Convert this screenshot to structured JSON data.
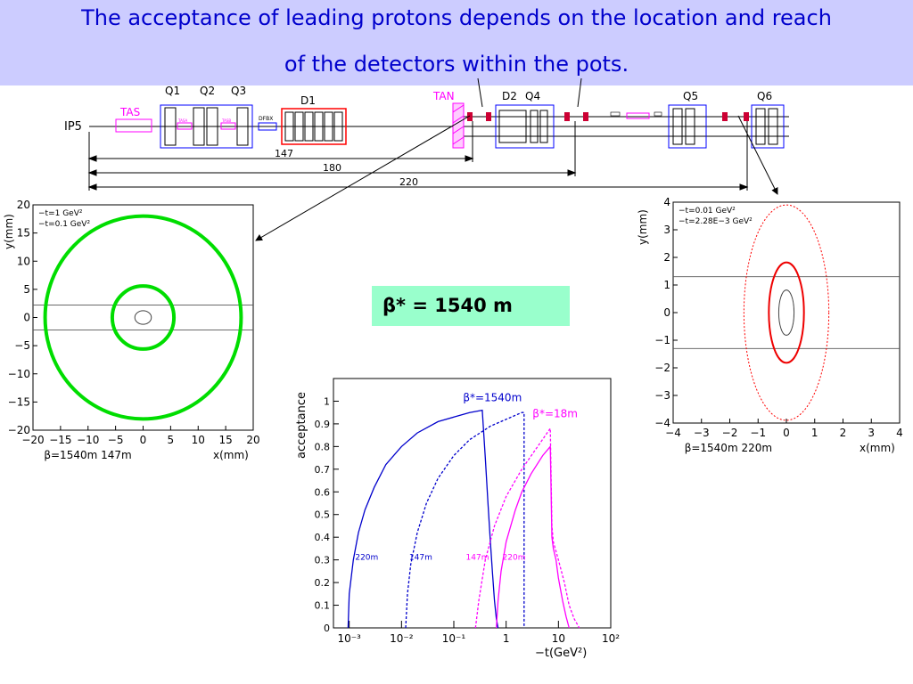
{
  "slide": {
    "title_line1": "The acceptance of leading protons depends on the location and reach",
    "title_line2": "of the detectors within the pots.",
    "title_color": "#0000cc",
    "band_color": "#ccccff",
    "beta_label": "β* = 1540 m",
    "beta_box_color": "#99ffcc"
  },
  "beamline": {
    "ip_label": "IP5",
    "elements": [
      "TAS",
      "Q1",
      "Q2",
      "Q3",
      "DFBX",
      "D1",
      "TAN",
      "D2",
      "Q4",
      "Q5",
      "Q6",
      "TASA",
      "TASB"
    ],
    "distances": [
      "147",
      "180",
      "220"
    ],
    "colors": {
      "TAS": "#ff00ff",
      "D1": "#ff0000",
      "TAN": "#ff00ff",
      "quad": "#0000ff"
    }
  },
  "chart_data": [
    {
      "type": "scatter",
      "name_hint": "left",
      "ylabel": "y(mm)",
      "xlabel": "x(mm)",
      "xlim": [
        -20,
        20
      ],
      "ylim": [
        -20,
        20
      ],
      "xticks": [
        "−20",
        "−15",
        "−10",
        "−5",
        "0",
        "5",
        "10",
        "15",
        "20"
      ],
      "yticks": [
        "20",
        "15",
        "10",
        "5",
        "0",
        "−5",
        "−10",
        "−15",
        "−20"
      ],
      "legend": [
        "−t=1 GeV²",
        "−t=0.1 GeV²"
      ],
      "footer": "β=1540m  147m",
      "circles": [
        {
          "cx": 0,
          "cy": 0,
          "rx": 17.8,
          "ry": 18,
          "color": "#00dd00",
          "width": 4
        },
        {
          "cx": 0,
          "cy": 0,
          "rx": 5.6,
          "ry": 5.6,
          "color": "#00dd00",
          "width": 4
        },
        {
          "cx": 0,
          "cy": 0,
          "rx": 1.5,
          "ry": 1.2,
          "color": "#444444",
          "width": 1
        }
      ],
      "hlines": [
        2.2,
        -2.2
      ]
    },
    {
      "type": "scatter",
      "name_hint": "right",
      "ylabel": "y(mm)",
      "xlabel": "x(mm)",
      "xlim": [
        -4,
        4
      ],
      "ylim": [
        -4,
        4
      ],
      "xticks": [
        "−4",
        "−3",
        "−2",
        "−1",
        "0",
        "1",
        "2",
        "3",
        "4"
      ],
      "yticks": [
        "4",
        "3",
        "2",
        "1",
        "0",
        "−1",
        "−2",
        "−3",
        "−4"
      ],
      "legend": [
        "−t=0.01 GeV²",
        "−t=2.28E−3 GeV²"
      ],
      "footer": "β=1540m  220m",
      "circles": [
        {
          "cx": 0,
          "cy": 0,
          "rx": 1.5,
          "ry": 3.9,
          "color": "#ff0000",
          "width": 1,
          "dash": true
        },
        {
          "cx": 0,
          "cy": 0,
          "rx": 0.62,
          "ry": 1.82,
          "color": "#ee0000",
          "width": 2
        },
        {
          "cx": 0,
          "cy": 0,
          "rx": 0.27,
          "ry": 0.82,
          "color": "#444444",
          "width": 1
        }
      ],
      "hlines": [
        1.3,
        -1.3
      ]
    },
    {
      "type": "line",
      "name_hint": "acceptance",
      "ylabel": "acceptance",
      "xlabel": "−t(GeV²)",
      "xscale": "log",
      "xlim": [
        0.0005,
        100
      ],
      "ylim": [
        0,
        1.1
      ],
      "xticks": [
        {
          "v": 0.001,
          "label": "10⁻³"
        },
        {
          "v": 0.01,
          "label": "10⁻²"
        },
        {
          "v": 0.1,
          "label": "10⁻¹"
        },
        {
          "v": 1,
          "label": "1"
        },
        {
          "v": 10,
          "label": "10"
        },
        {
          "v": 100,
          "label": "10²"
        }
      ],
      "yticks": [
        0,
        0.1,
        0.2,
        0.3,
        0.4,
        0.5,
        0.6,
        0.7,
        0.8,
        0.9,
        1
      ],
      "annotations": [
        {
          "text": "β*=1540m",
          "x": 0.15,
          "y": 1.0,
          "color": "#0000cc"
        },
        {
          "text": "β*=18m",
          "x": 3.2,
          "y": 0.93,
          "color": "#ff00ff"
        },
        {
          "text": "220m",
          "x": 0.0013,
          "y": 0.3,
          "color": "#0000cc"
        },
        {
          "text": "147m",
          "x": 0.014,
          "y": 0.3,
          "color": "#0000cc"
        },
        {
          "text": "147m",
          "x": 0.17,
          "y": 0.3,
          "color": "#ff00ff"
        },
        {
          "text": "220m",
          "x": 0.85,
          "y": 0.3,
          "color": "#ff00ff"
        }
      ],
      "series": [
        {
          "color": "#0000cc",
          "dash": false,
          "x": [
            0.00095,
            0.001,
            0.0012,
            0.0015,
            0.002,
            0.003,
            0.005,
            0.01,
            0.02,
            0.05,
            0.1,
            0.2,
            0.35,
            0.4,
            0.45,
            0.5,
            0.55,
            0.6,
            0.65,
            0.7
          ],
          "y": [
            0,
            0.15,
            0.3,
            0.42,
            0.52,
            0.62,
            0.72,
            0.8,
            0.86,
            0.91,
            0.93,
            0.95,
            0.96,
            0.75,
            0.55,
            0.38,
            0.24,
            0.12,
            0.04,
            0
          ]
        },
        {
          "color": "#0000cc",
          "dash": true,
          "x": [
            0.012,
            0.013,
            0.015,
            0.02,
            0.03,
            0.05,
            0.1,
            0.2,
            0.5,
            1,
            2,
            2.2,
            2.2
          ],
          "y": [
            0,
            0.15,
            0.28,
            0.42,
            0.55,
            0.66,
            0.76,
            0.83,
            0.89,
            0.92,
            0.95,
            0.95,
            0
          ]
        },
        {
          "color": "#ff00ff",
          "dash": false,
          "x": [
            0.65,
            0.7,
            0.8,
            1,
            1.5,
            2,
            3,
            5,
            7,
            7.5,
            8,
            9,
            10,
            12,
            14,
            16
          ],
          "y": [
            0,
            0.12,
            0.25,
            0.38,
            0.52,
            0.6,
            0.68,
            0.76,
            0.8,
            0.4,
            0.35,
            0.3,
            0.22,
            0.12,
            0.05,
            0
          ]
        },
        {
          "color": "#ff00ff",
          "dash": true,
          "x": [
            0.26,
            0.3,
            0.4,
            0.6,
            1,
            2,
            4,
            7,
            7.5,
            8,
            10,
            13,
            16,
            20,
            25
          ],
          "y": [
            0,
            0.12,
            0.3,
            0.45,
            0.58,
            0.7,
            0.8,
            0.88,
            0.45,
            0.38,
            0.3,
            0.2,
            0.1,
            0.04,
            0
          ]
        }
      ]
    }
  ]
}
